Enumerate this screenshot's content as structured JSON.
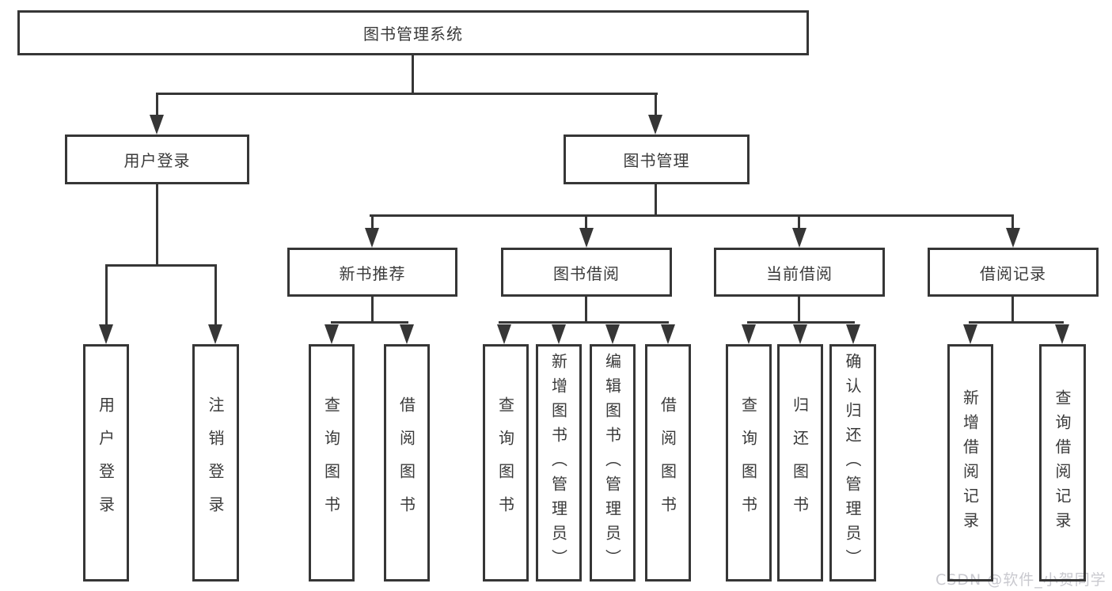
{
  "diagram": {
    "type": "tree",
    "root": {
      "label": "图书管理系统"
    },
    "level2": [
      {
        "label": "用户登录"
      },
      {
        "label": "图书管理"
      }
    ],
    "level3": [
      {
        "label": "新书推荐",
        "parent": "图书管理"
      },
      {
        "label": "图书借阅",
        "parent": "图书管理"
      },
      {
        "label": "当前借阅",
        "parent": "图书管理"
      },
      {
        "label": "借阅记录",
        "parent": "图书管理"
      }
    ],
    "leaves": [
      {
        "label": "用户登录",
        "parent": "用户登录"
      },
      {
        "label": "注销登录",
        "parent": "用户登录"
      },
      {
        "label": "查询图书",
        "parent": "新书推荐"
      },
      {
        "label": "借阅图书",
        "parent": "新书推荐"
      },
      {
        "label": "查询图书",
        "parent": "图书借阅"
      },
      {
        "label": "新增图书（管理员）",
        "parent": "图书借阅"
      },
      {
        "label": "编辑图书（管理员）",
        "parent": "图书借阅"
      },
      {
        "label": "借阅图书",
        "parent": "图书借阅"
      },
      {
        "label": "查询图书",
        "parent": "当前借阅"
      },
      {
        "label": "归还图书",
        "parent": "当前借阅"
      },
      {
        "label": "确认归还（管理员）",
        "parent": "当前借阅"
      },
      {
        "label": "新增借阅记录",
        "parent": "借阅记录"
      },
      {
        "label": "查询借阅记录",
        "parent": "借阅记录"
      }
    ]
  },
  "watermark": {
    "text": "CSDN @软件_小贺同学",
    "color": "#c9c9cf"
  },
  "colors": {
    "line": "#363636",
    "text": "#3a3a3a",
    "box_background": "#ffffff"
  }
}
